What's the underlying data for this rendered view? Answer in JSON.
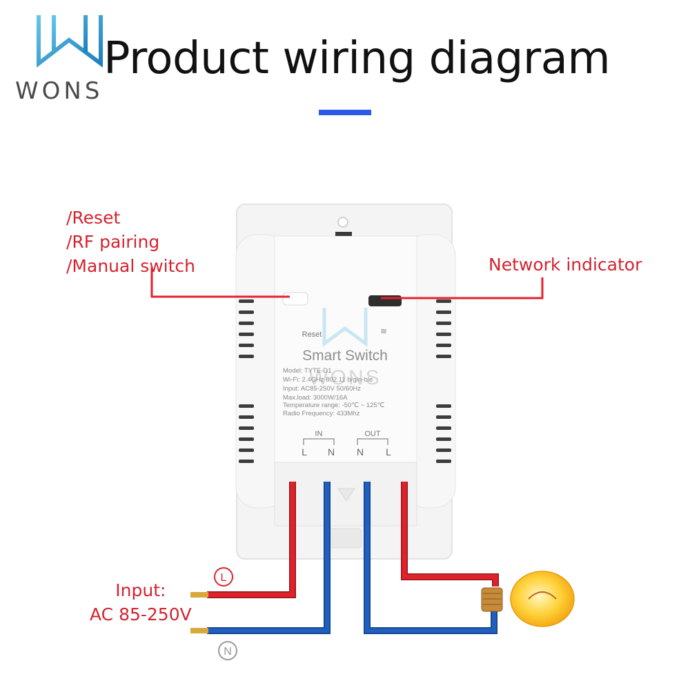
{
  "title": "Product wiring diagram",
  "logo": {
    "text": "WONS"
  },
  "callouts": {
    "button_lines": [
      "/Reset",
      "/RF pairing",
      "/Manual switch"
    ],
    "indicator": "Network indicator"
  },
  "device": {
    "reset_label": "Reset",
    "brand_line": "Smart Switch",
    "watermark": "WONS",
    "specs": [
      "Model: TYTE-D1",
      "Wi-Fi: 2.4GHz 802.11 b/g/n-ble",
      "Input: AC85-250V 50/60Hz",
      "Max.load: 3000W/16A",
      "Temperature range: -50℃ ~ 125℃",
      "Radio Frequency: 433Mhz"
    ],
    "in_label": "IN",
    "out_label": "OUT",
    "terminals": [
      "L",
      "N",
      "N",
      "L"
    ]
  },
  "input": {
    "line1": "Input:",
    "line2": "AC 85-250V"
  },
  "wire_markers": {
    "live": "L",
    "neutral": "N"
  },
  "colors": {
    "live_wire": "#e3212b",
    "neutral_wire": "#1f5fbf",
    "accent": "#2b59e8",
    "callout": "#d4232f"
  }
}
